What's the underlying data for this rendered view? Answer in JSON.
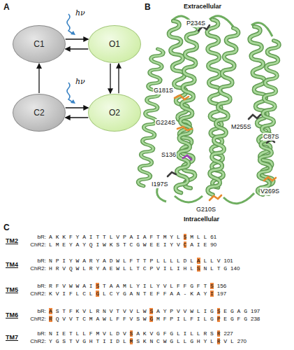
{
  "diagram": {
    "nodes": [
      {
        "text": [
          "C1"
        ]
      },
      {
        "text": [
          "O1"
        ]
      },
      {
        "text": [
          "C2"
        ]
      },
      {
        "text": [
          "O2"
        ]
      }
    ],
    "edges": [
      {
        "from": 0,
        "to": 1,
        "arrow": "to"
      },
      {
        "from": 1,
        "to": 0,
        "arrow": "to"
      },
      {
        "from": 1,
        "to": 3,
        "arrow": "to"
      },
      {
        "from": 3,
        "to": 1,
        "arrow": "to"
      },
      {
        "from": 2,
        "to": 0,
        "arrow": "to"
      },
      {
        "from": 2,
        "to": 3,
        "arrow": "to"
      },
      {
        "from": 3,
        "to": 2,
        "arrow": "to"
      }
    ],
    "labels": [
      "A",
      "hν",
      "hν",
      "B",
      "Extracellular",
      "P234S",
      "G181S",
      "G224S",
      "M255S",
      "C87S",
      "S136",
      "I197S",
      "G210S",
      "V269S",
      "Intracellular",
      "C",
      "TM2",
      "bR:",
      "A K K F Y A I T T L V P A I A F T M Y L S M L L",
      "61",
      "ChR2:",
      "L M E Y A Y Q I W K S T C G W E E I Y V C A I E",
      "90",
      "TM4",
      "bR:",
      "N P I Y W A R Y A D W L F T T P L L L L D L A L L V",
      "101",
      "ChR2:",
      "H R V Q W L R Y A E W L L T C P V I L I H L S N L T G",
      "140",
      "TM5",
      "bR:",
      "R F V W W A I S T A A M L Y I L Y V L F F G F T S",
      "156",
      "ChR2:",
      "K V I F L C L G L C Y G A N T E F F A A - K A Y I",
      "197",
      "TM6",
      "bR:",
      "A S T F K V L R N V T V V L W S A Y P V V W L I G S E G A G",
      "197",
      "ChR2:",
      "R Q V V T C M A W L F F V S W G M F P I L F I L G P E G F G",
      "238",
      "TM7",
      "bR:",
      "N I E T L L F M V L D V S A K V G F G L I L L R S R",
      "227",
      "ChR2:",
      "Y G S T V G H T I I D L M S K N C W G L L G H Y L R V L",
      "270"
    ]
  }
}
